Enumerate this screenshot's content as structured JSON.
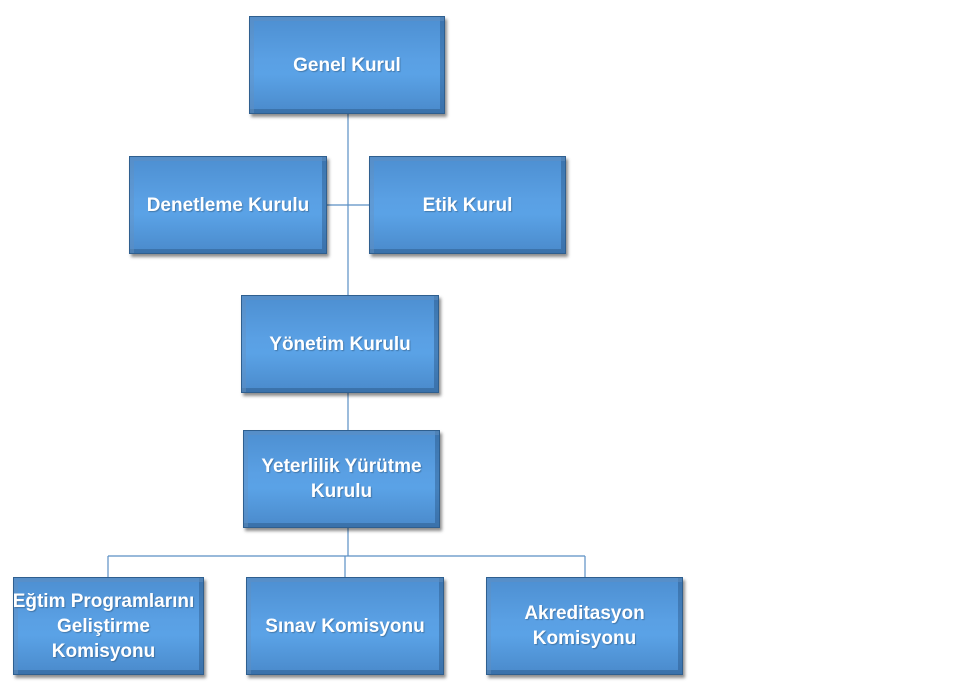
{
  "nodes": {
    "genel": "Genel Kurul",
    "denetleme": "Denetleme Kurulu",
    "etik": "Etik Kurul",
    "yonetim": "Yönetim Kurulu",
    "yeterlilik": "Yeterlilik Yürütme Kurulu",
    "egitim": "Eğtim Programlarını Geliştirme Komisyonu",
    "sinav": "Sınav Komisyonu",
    "akreditasyon": "Akreditasyon Komisyonu"
  },
  "colors": {
    "box_fill": "#5aa0e4",
    "box_border": "#2f5f8f",
    "connector": "#5b8fc4",
    "text": "#ffffff"
  }
}
